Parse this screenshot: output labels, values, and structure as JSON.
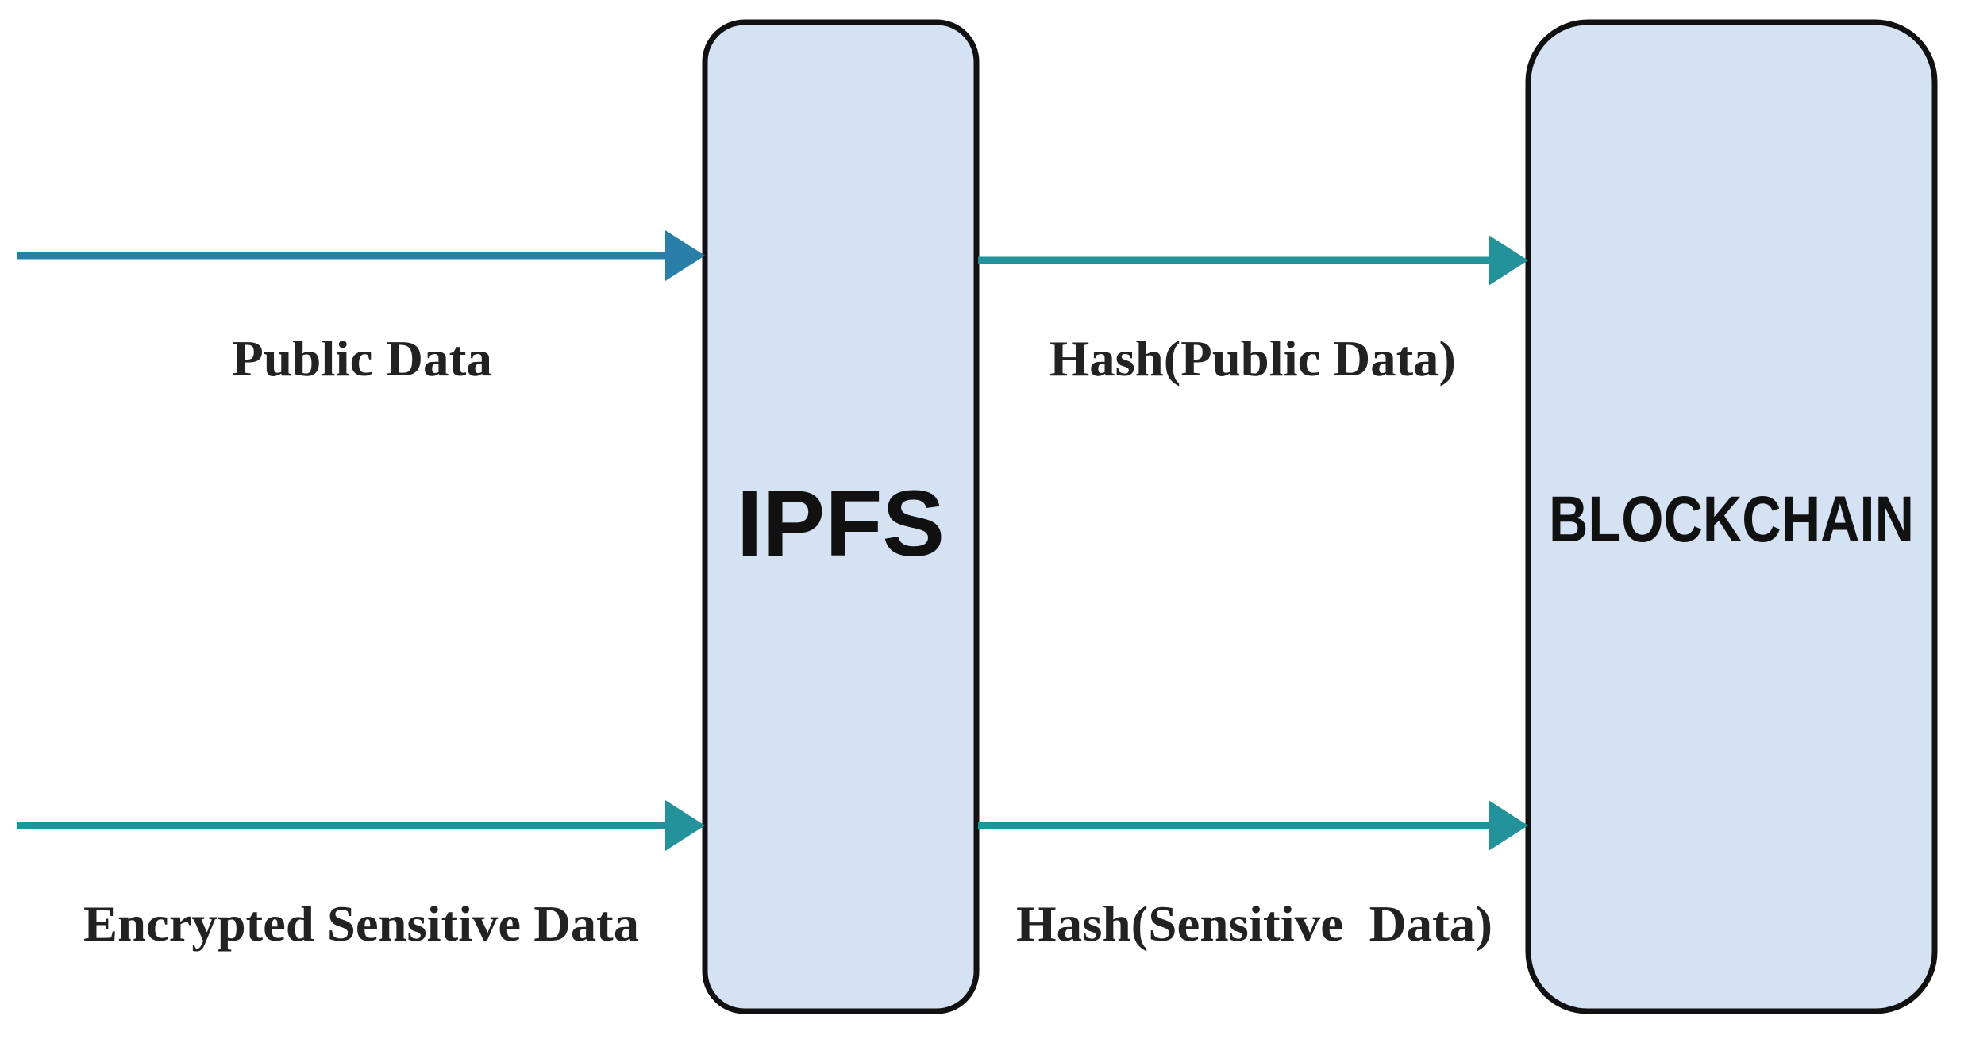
{
  "nodes": {
    "ipfs": {
      "label": "IPFS"
    },
    "blockchain": {
      "label": "BLOCKCHAIN"
    }
  },
  "edges": {
    "public_in": {
      "label": "Public Data"
    },
    "sensitive_in": {
      "label": "Encrypted Sensitive Data"
    },
    "public_hash": {
      "label": "Hash(Public Data)"
    },
    "sensitive_hash": {
      "label": "Hash(Sensitive  Data)"
    }
  },
  "colors": {
    "box_fill": "#d5e2f3",
    "box_stroke": "#111111",
    "arrow_top": "#2a7fa8",
    "arrow": "#23929a"
  }
}
